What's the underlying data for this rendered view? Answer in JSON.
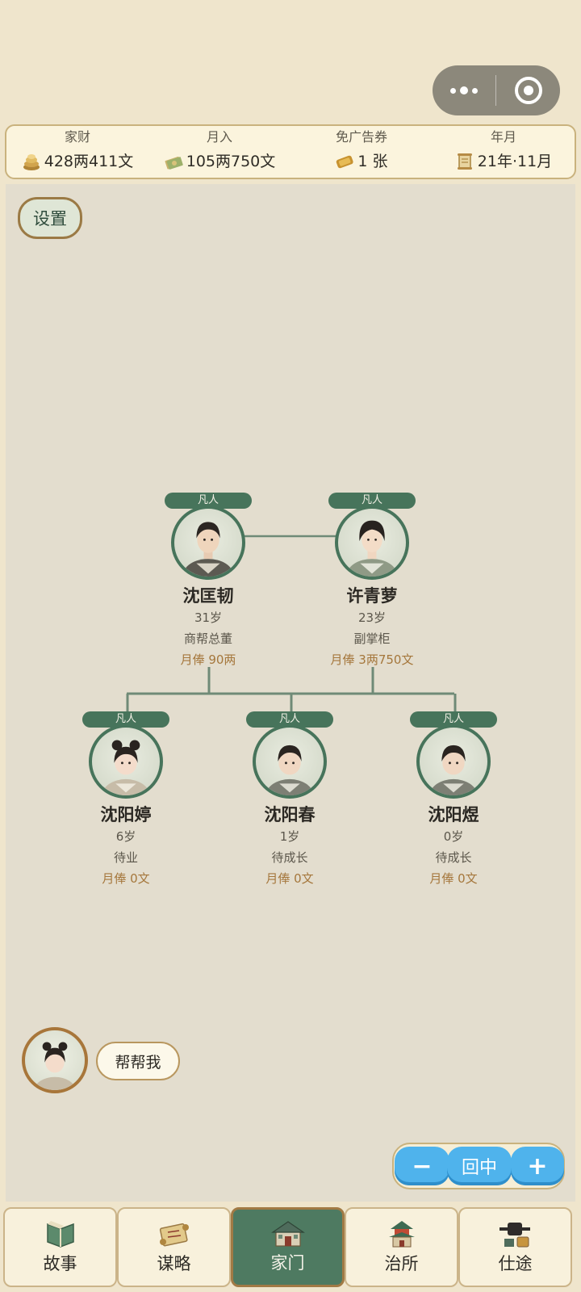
{
  "stats": [
    {
      "label": "家财",
      "value": "428两411文",
      "icon": "coins-icon"
    },
    {
      "label": "月入",
      "value": "105两750文",
      "icon": "banknote-icon"
    },
    {
      "label": "免广告券",
      "value": "1 张",
      "icon": "ticket-icon"
    },
    {
      "label": "年月",
      "value": "21年·11月",
      "icon": "scroll-icon"
    }
  ],
  "settings_label": "设置",
  "parents": [
    {
      "tag": "凡人",
      "name": "沈匡韧",
      "age": "31岁",
      "job": "商帮总董",
      "salary": "月俸 90两",
      "gender": "male"
    },
    {
      "tag": "凡人",
      "name": "许青萝",
      "age": "23岁",
      "job": "副掌柜",
      "salary": "月俸 3两750文",
      "gender": "female"
    }
  ],
  "children": [
    {
      "tag": "凡人",
      "name": "沈阳婷",
      "age": "6岁",
      "job": "待业",
      "salary": "月俸 0文",
      "gender": "girl"
    },
    {
      "tag": "凡人",
      "name": "沈阳春",
      "age": "1岁",
      "job": "待成长",
      "salary": "月俸 0文",
      "gender": "boy"
    },
    {
      "tag": "凡人",
      "name": "沈阳煜",
      "age": "0岁",
      "job": "待成长",
      "salary": "月俸 0文",
      "gender": "boy"
    }
  ],
  "help_label": "帮帮我",
  "zoom": {
    "minus": "−",
    "center": "回中",
    "plus": "+"
  },
  "nav": [
    {
      "label": "故事",
      "icon": "book-icon",
      "active": false
    },
    {
      "label": "谋略",
      "icon": "scroll-map-icon",
      "active": false
    },
    {
      "label": "家门",
      "icon": "house-icon",
      "active": true
    },
    {
      "label": "治所",
      "icon": "pagoda-icon",
      "active": false
    },
    {
      "label": "仕途",
      "icon": "official-hat-icon",
      "active": false
    }
  ],
  "colors": {
    "accent": "#47745b",
    "gold": "#a5773c",
    "zoom_blue": "#4fb3ec"
  }
}
